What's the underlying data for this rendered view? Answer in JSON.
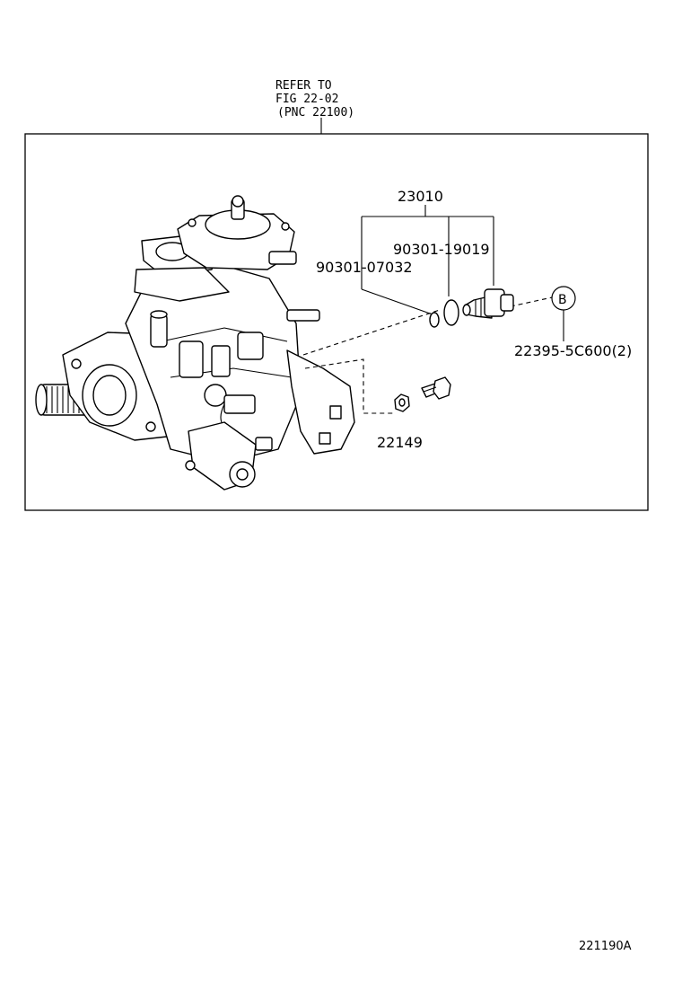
{
  "reference": {
    "line1": "REFER TO",
    "line2": "FIG 22-02",
    "line3": "(PNC 22100)"
  },
  "parts": {
    "assembly": "23010",
    "oring_large": "90301-19019",
    "oring_small": "90301-07032",
    "sensor": "22395-5C600(2)",
    "bolt_washer": "22149"
  },
  "callout": {
    "letter": "B"
  },
  "footer": {
    "code": "221190A"
  }
}
